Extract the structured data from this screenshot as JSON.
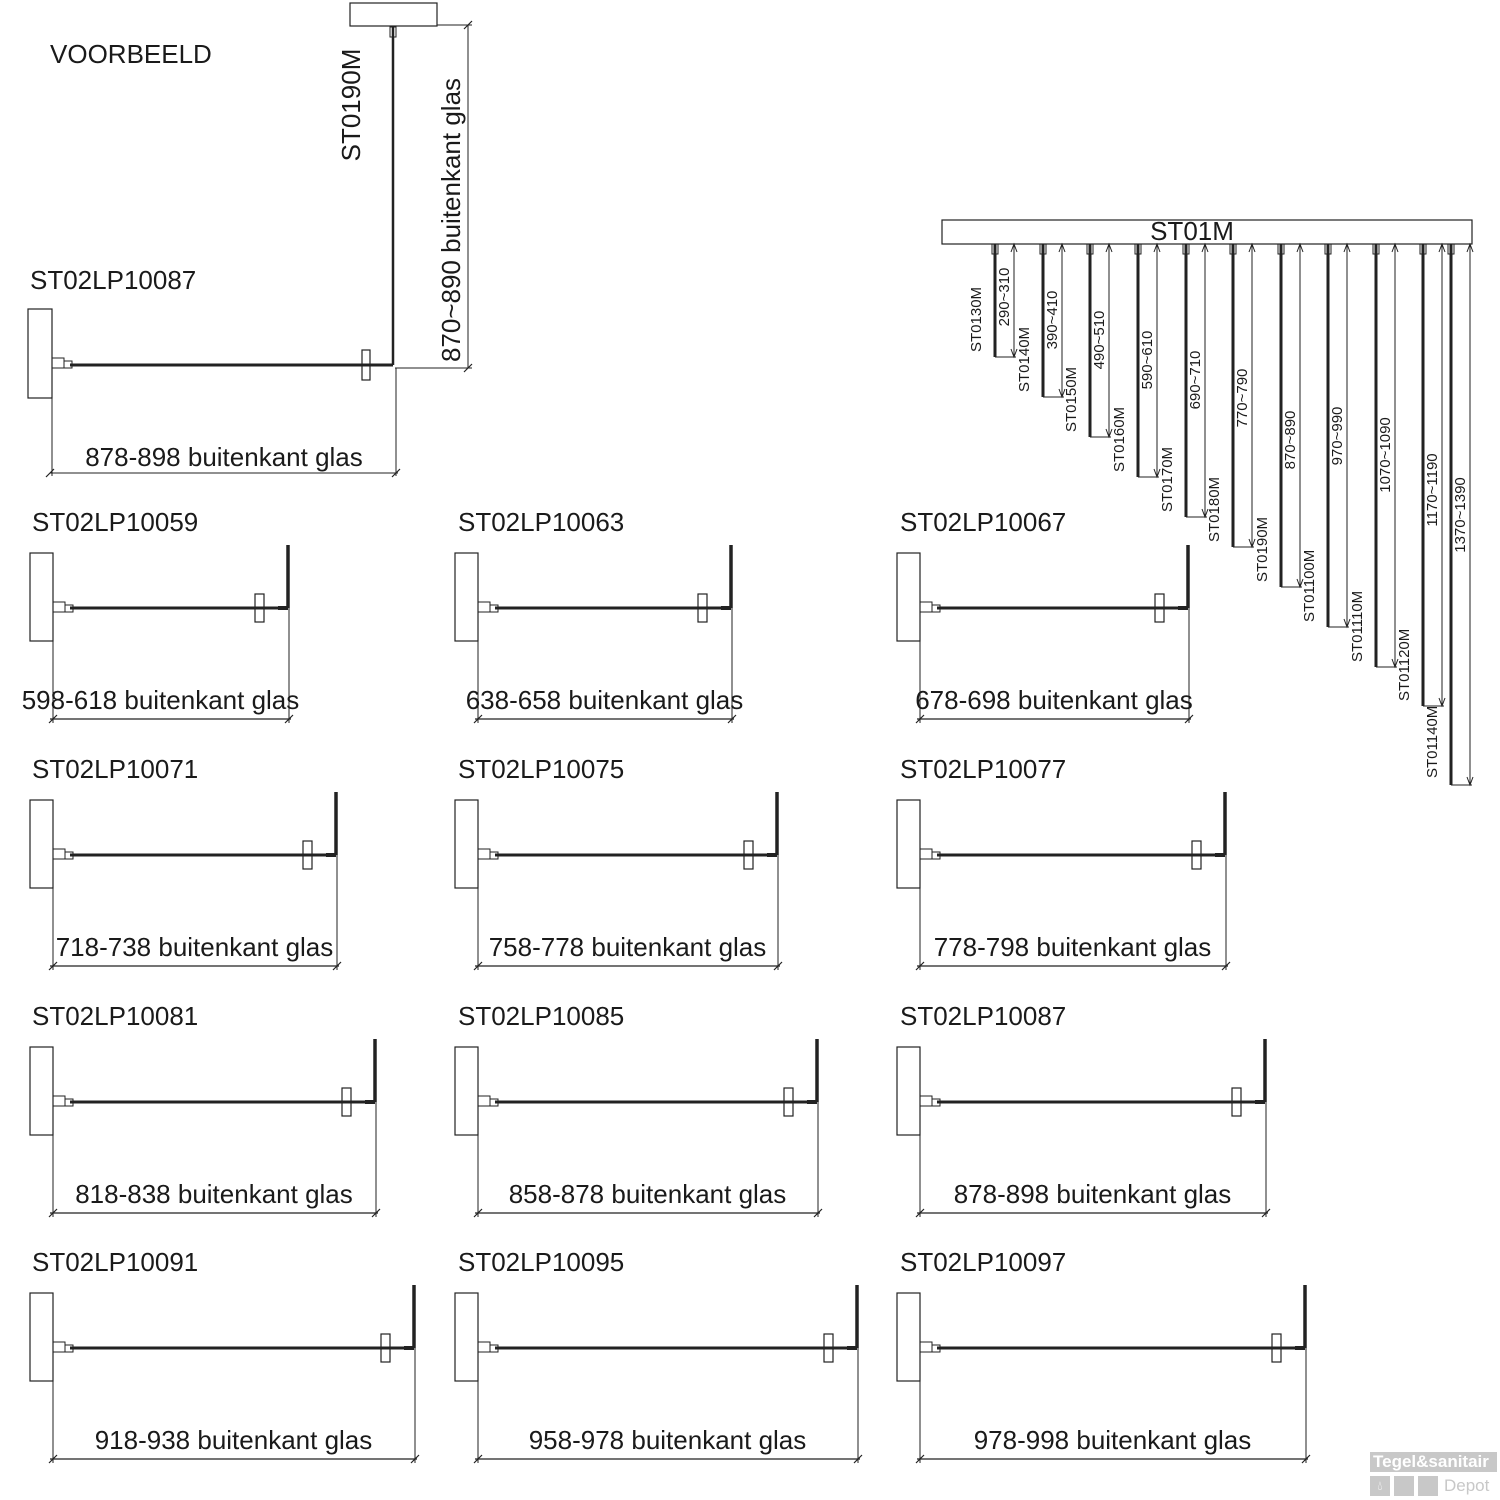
{
  "example": {
    "title": "VOORBEELD",
    "vertical_rod_code": "ST0190M",
    "vertical_dimension": "870~890 buitenkant glas",
    "panel_code": "ST02LP10087",
    "panel_dimension": "878-898 buitenkant glas"
  },
  "rod_set": {
    "title": "ST01M",
    "rods": [
      {
        "code": "ST0130M",
        "range": "290~310"
      },
      {
        "code": "ST0140M",
        "range": "390~410"
      },
      {
        "code": "ST0150M",
        "range": "490~510"
      },
      {
        "code": "ST0160M",
        "range": "590~610"
      },
      {
        "code": "ST0170M",
        "range": "690~710"
      },
      {
        "code": "ST0180M",
        "range": "770~790"
      },
      {
        "code": "ST0190M",
        "range": "870~890"
      },
      {
        "code": "ST01100M",
        "range": "970~990"
      },
      {
        "code": "ST01110M",
        "range": "1070~1090"
      },
      {
        "code": "ST01120M",
        "range": "1170~1190"
      },
      {
        "code": "ST01140M",
        "range": "1370~1390"
      }
    ]
  },
  "panels": [
    {
      "code": "ST02LP10059",
      "dimension": "598-618 buitenkant glas"
    },
    {
      "code": "ST02LP10063",
      "dimension": "638-658 buitenkant glas"
    },
    {
      "code": "ST02LP10067",
      "dimension": "678-698 buitenkant glas"
    },
    {
      "code": "ST02LP10071",
      "dimension": "718-738 buitenkant glas"
    },
    {
      "code": "ST02LP10075",
      "dimension": "758-778 buitenkant glas"
    },
    {
      "code": "ST02LP10077",
      "dimension": "778-798 buitenkant glas"
    },
    {
      "code": "ST02LP10081",
      "dimension": "818-838 buitenkant glas"
    },
    {
      "code": "ST02LP10085",
      "dimension": "858-878 buitenkant glas"
    },
    {
      "code": "ST02LP10087",
      "dimension": "878-898 buitenkant glas"
    },
    {
      "code": "ST02LP10091",
      "dimension": "918-938 buitenkant glas"
    },
    {
      "code": "ST02LP10095",
      "dimension": "958-978 buitenkant glas"
    },
    {
      "code": "ST02LP10097",
      "dimension": "978-998 buitenkant glas"
    }
  ],
  "watermark": {
    "brand_top": "Tegel&sanitair",
    "brand_bottom": "Depot"
  }
}
